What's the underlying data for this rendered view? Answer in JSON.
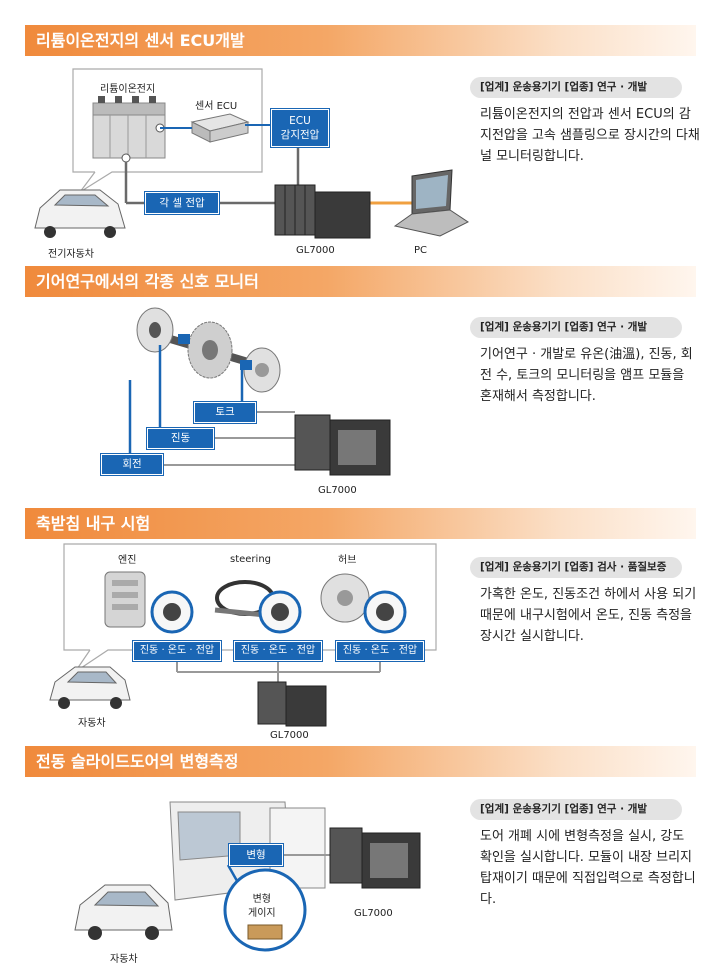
{
  "sections": [
    {
      "title": "리튬이온전지의 센서 ECU개발",
      "tag": "[업계] 운송용기기   [업종] 연구 · 개발",
      "desc": "리튬이온전지의 전압과 센서 ECU의 감지전압을 고속 샘플링으로 장시간의 다채널 모니터링합니다.",
      "labels": {
        "battery": "리튬이온전지",
        "ecu": "센서 ECU",
        "ecu_volt": "ECU\n감지전압",
        "cell_volt": "각 셀 전압",
        "car": "전기자동차",
        "gl": "GL7000",
        "pc": "PC"
      }
    },
    {
      "title": "기어연구에서의 각종 신호 모니터",
      "tag": "[업계] 운송용기기   [업종] 연구 · 개발",
      "desc": "기어연구 · 개발로 유온(油溫), 진동, 회전 수, 토크의 모니터링을 앰프 모듈을 혼재해서 측정합니다.",
      "labels": {
        "torque": "토크",
        "vibration": "진동",
        "rotation": "회전",
        "gl": "GL7000"
      }
    },
    {
      "title": "축받침 내구 시험",
      "tag": "[업계] 운송용기기   [업종] 검사 · 품질보증",
      "desc": "가혹한 온도, 진동조건 하에서 사용 되기 때문에 내구시험에서 온도, 진동 측정을 장시간 실시합니다.",
      "labels": {
        "engine": "엔진",
        "steering": "steering",
        "hub": "허브",
        "box": "진동 · 온도 · 전압",
        "car": "자동차",
        "gl": "GL7000"
      }
    },
    {
      "title": "전동 슬라이드도어의 변형측정",
      "tag": "[업계] 운송용기기   [업종] 연구 · 개발",
      "desc": "도어 개폐 시에 변형측정을 실시, 강도 확인을 실시합니다. 모듈이 내장 브리지 탑재이기 때문에 직접입력으로 측정합니다.",
      "labels": {
        "strain": "변형",
        "gauge": "변형\n게이지",
        "gl": "GL7000",
        "car": "자동차"
      }
    }
  ],
  "colors": {
    "accent": "#f08a3c",
    "blue": "#1a66b4",
    "orange_line": "#f0a040"
  }
}
